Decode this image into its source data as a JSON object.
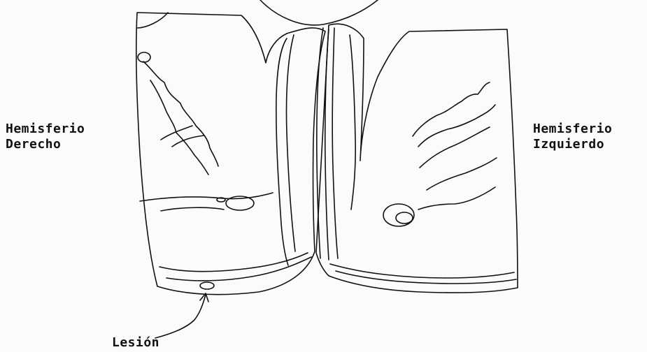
{
  "labels": {
    "right_hemisphere_line1": "Hemisferio",
    "right_hemisphere_line2": "Derecho",
    "left_hemisphere_line1": "Hemisferio",
    "left_hemisphere_line2": "Izquierdo",
    "lesion": "Lesión"
  },
  "colors": {
    "ink": "#111111",
    "paper": "#fbfbfb"
  }
}
